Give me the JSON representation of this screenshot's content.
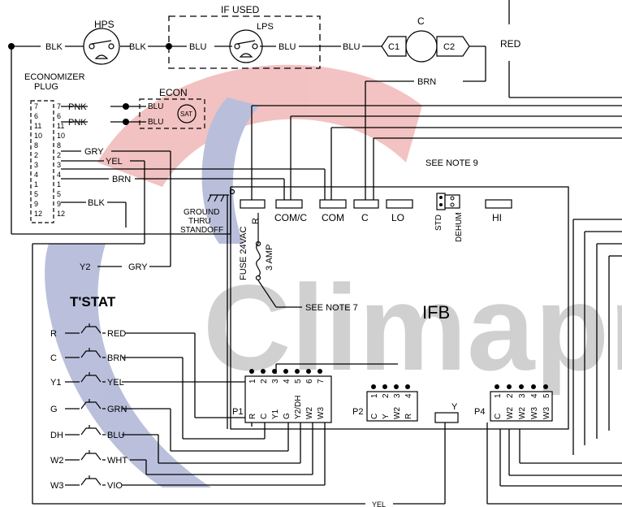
{
  "watermark": {
    "text": "Climapr"
  },
  "labels": {
    "blk": "BLK",
    "hps": "HPS",
    "if_used": "IF USED",
    "blu": "BLU",
    "lps": "LPS",
    "c_motor": "C",
    "c1": "C1",
    "c2": "C2",
    "red": "RED",
    "brn": "BRN",
    "economizer": "ECONOMIZER",
    "plug": "PLUG",
    "econ": "ECON",
    "sat": "SAT",
    "pnk": "PNK",
    "gry": "GRY",
    "yel": "YEL",
    "see_note_9": "SEE NOTE 9",
    "ground": "GROUND",
    "thru": "THRU",
    "standoff": "STANDOFF",
    "term_r": "R",
    "term_com_c": "COM/C",
    "term_com": "COM",
    "term_c": "C",
    "term_lo": "LO",
    "std": "STD",
    "dehum": "DEHUM",
    "hi": "HI",
    "fuse": "FUSE 24VAC",
    "amp": "3  AMP",
    "see_note_7": "SEE NOTE 7",
    "ifb": "IFB",
    "y2": "Y2",
    "tstat": "T'STAT",
    "p1": "P1",
    "p2": "P2",
    "p4": "P4",
    "y": "Y"
  },
  "plug_pins": [
    "7",
    "6",
    "11",
    "10",
    "8",
    "2",
    "3",
    "4",
    "1",
    "5",
    "9",
    "12"
  ],
  "tstat_terminals": [
    {
      "term": "R",
      "wire": "RED"
    },
    {
      "term": "C",
      "wire": "BRN"
    },
    {
      "term": "Y1",
      "wire": "YEL"
    },
    {
      "term": "G",
      "wire": "GRN"
    },
    {
      "term": "DH",
      "wire": "BLU"
    },
    {
      "term": "W2",
      "wire": "WHT"
    },
    {
      "term": "W3",
      "wire": "VIO"
    }
  ],
  "p1_pins": [
    "1",
    "2",
    "3",
    "4",
    "5",
    "6",
    "7"
  ],
  "p1_terms": [
    "R",
    "C",
    "Y1",
    "G",
    "Y2/DH",
    "W2",
    "W3"
  ],
  "p2_pins": [
    "1",
    "2",
    "3",
    "4"
  ],
  "p2_terms": [
    "C",
    "Y",
    "W2",
    "R"
  ],
  "p4_pins": [
    "1",
    "2",
    "3",
    "4",
    "5"
  ],
  "p4_terms": [
    "C",
    "W2",
    "W2",
    "W3",
    "W3"
  ],
  "colors": {
    "wire": "#000000",
    "watermark_red": "#d9534f",
    "watermark_blue": "#3a4a9a",
    "watermark_gray": "#7a7a7a"
  }
}
